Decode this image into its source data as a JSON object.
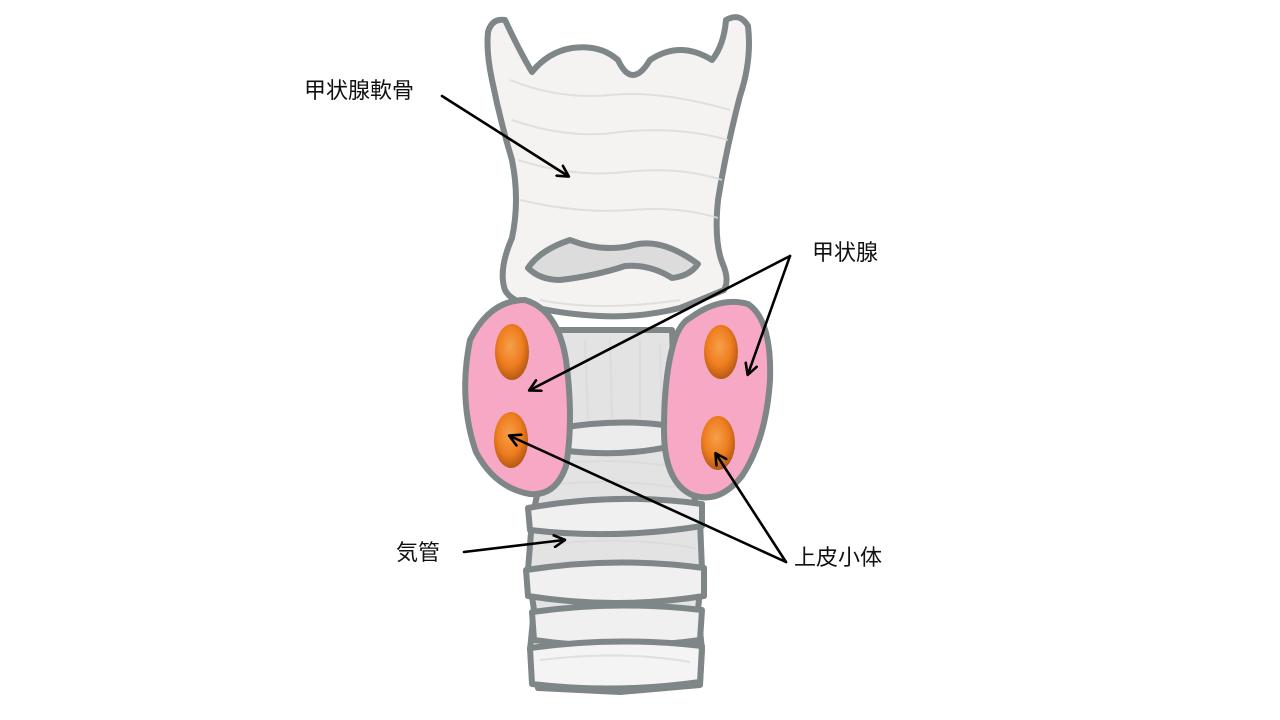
{
  "labels": {
    "thyroid_cartilage": "甲状腺軟骨",
    "thyroid_gland": "甲状腺",
    "trachea": "気管",
    "parathyroid": "上皮小体"
  },
  "colors": {
    "cartilage_fill": "#f4f3f2",
    "trachea_fill": "#e3e3e3",
    "outline": "#7f8688",
    "thyroid_fill": "#f7a8c4",
    "parathyroid_fill": "#ef7d1f",
    "arrow": "#000000"
  }
}
